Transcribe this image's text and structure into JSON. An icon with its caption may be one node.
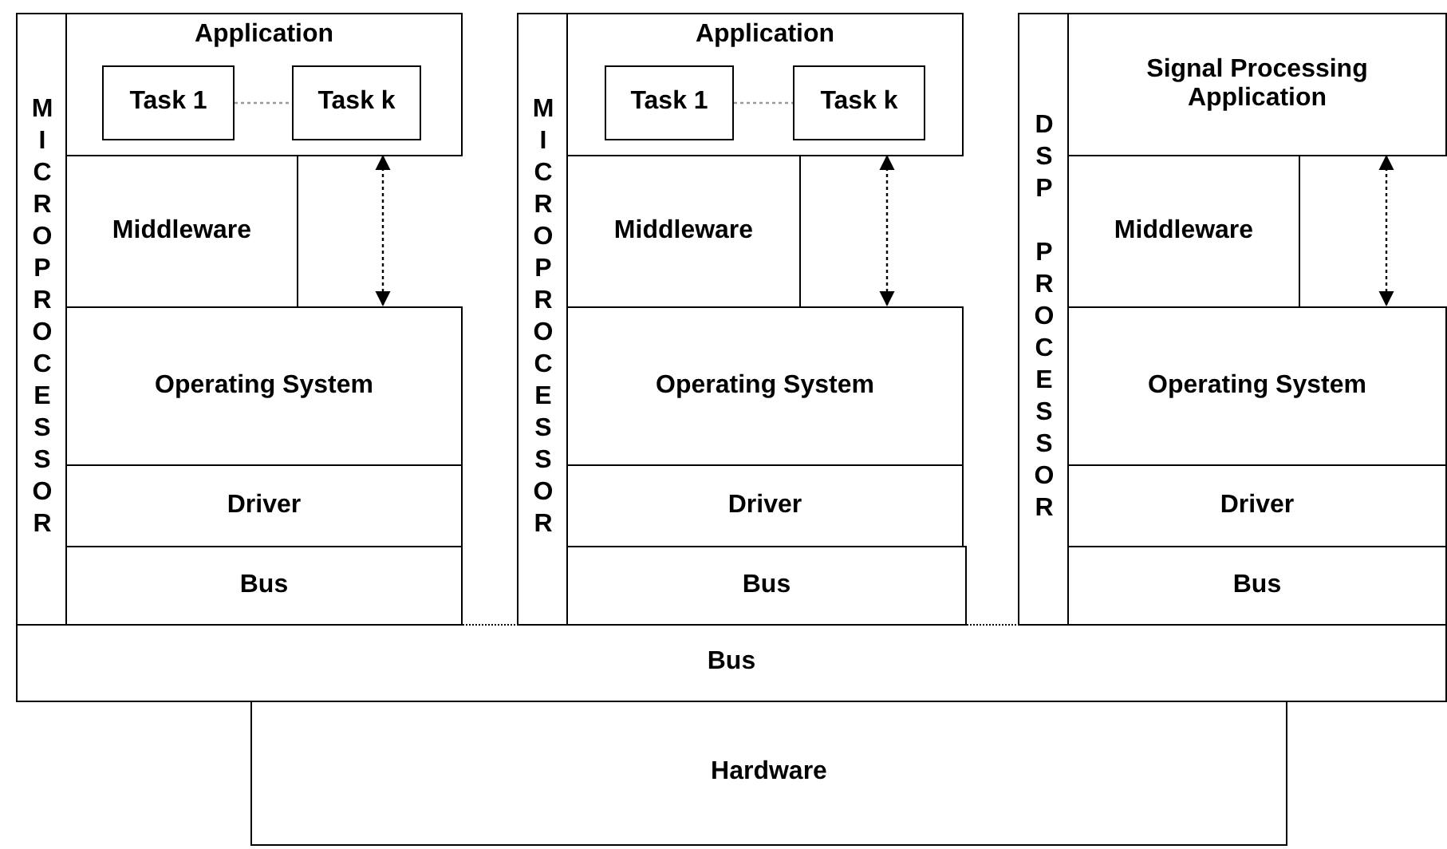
{
  "diagram": {
    "nodes": [
      {
        "text": [
          "MICROPROCESSOR"
        ]
      },
      {
        "text": [
          "Application"
        ]
      },
      {
        "text": [
          "Task 1"
        ],
        "in": 1
      },
      {
        "text": [
          "Task k"
        ],
        "in": 1
      },
      {
        "text": [
          "Middleware"
        ]
      },
      {
        "text": [
          "Operating System"
        ]
      },
      {
        "text": [
          "Driver"
        ]
      },
      {
        "text": [
          "Bus"
        ]
      },
      {
        "text": [
          "MICROPROCESSOR"
        ]
      },
      {
        "text": [
          "Application"
        ]
      },
      {
        "text": [
          "Task 1"
        ],
        "in": 9
      },
      {
        "text": [
          "Task k"
        ],
        "in": 9
      },
      {
        "text": [
          "Middleware"
        ]
      },
      {
        "text": [
          "Operating System"
        ]
      },
      {
        "text": [
          "Driver"
        ]
      },
      {
        "text": [
          "Bus"
        ]
      },
      {
        "text": [
          "DSP PROCESSOR"
        ]
      },
      {
        "text": [
          "Signal Processing Application"
        ]
      },
      {
        "text": [
          "Middleware"
        ]
      },
      {
        "text": [
          "Operating System"
        ]
      },
      {
        "text": [
          "Driver"
        ]
      },
      {
        "text": [
          "Bus"
        ]
      },
      {
        "text": [
          "Bus"
        ]
      },
      {
        "text": [
          "Hardware"
        ]
      }
    ],
    "edges": [
      {
        "from": 2,
        "to": 3,
        "arrow": "none",
        "style": "dashed",
        "color": "#999999"
      },
      {
        "from": 1,
        "to": 5,
        "arrow": "both",
        "style": "dashed"
      },
      {
        "from": 10,
        "to": 11,
        "arrow": "none",
        "style": "dashed",
        "color": "#999999"
      },
      {
        "from": 9,
        "to": 13,
        "arrow": "both",
        "style": "dashed"
      },
      {
        "from": 17,
        "to": 19,
        "arrow": "both",
        "style": "dashed"
      }
    ]
  }
}
